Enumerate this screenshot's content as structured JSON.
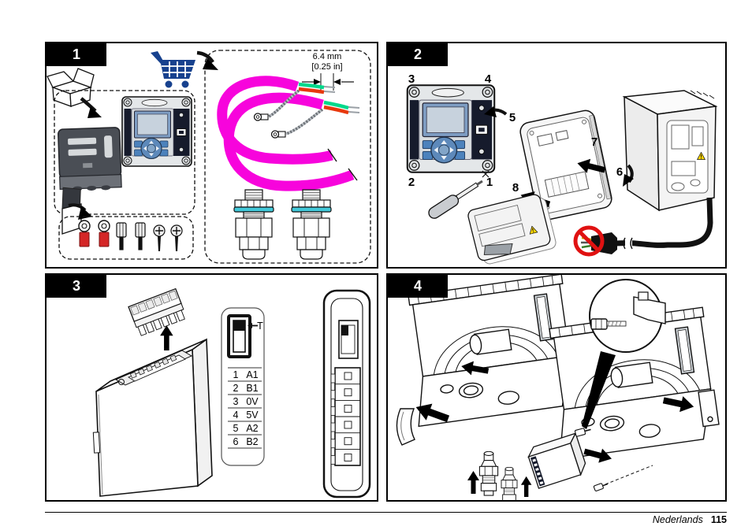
{
  "document": {
    "footer_language": "Nederlands",
    "footer_page": "115"
  },
  "panels": {
    "p1": "1",
    "p2": "2",
    "p3": "3",
    "p4": "4"
  },
  "panel1": {
    "dimension_metric": "6.4 mm",
    "dimension_imperial": "[0.25 in]"
  },
  "panel2": {
    "callouts": {
      "c1": "1",
      "c2": "2",
      "c3": "3",
      "c4": "4",
      "c5": "5",
      "c6": "6",
      "c7": "7",
      "c8": "8"
    }
  },
  "panel3": {
    "switch_label": "T",
    "terminal_table": [
      {
        "pin": "1",
        "signal": "A1"
      },
      {
        "pin": "2",
        "signal": "B1"
      },
      {
        "pin": "3",
        "signal": "0V"
      },
      {
        "pin": "4",
        "signal": "5V"
      },
      {
        "pin": "5",
        "signal": "A2"
      },
      {
        "pin": "6",
        "signal": "B2"
      }
    ]
  },
  "icons": {
    "cart": "shopping-cart-icon",
    "open_box": "open-box-icon",
    "open_flap": "open-flap-icon",
    "screwdriver": "screwdriver-icon",
    "prohibition": "no-power-plug-icon",
    "magnifier": "magnifier-detail-icon"
  },
  "colors": {
    "cable_magenta": "#f704dc",
    "wire_green": "#00d98b",
    "wire_red": "#e8380d",
    "cart_blue": "#17418e",
    "terminal_red": "#d42626",
    "gasket_cyan": "#41c8d8",
    "prohibition_red": "#e01111",
    "warning_yellow": "#ffd800",
    "controller_navy": "#161b2c",
    "controller_face": "#e4e7e9",
    "display_bezel": "#7e9dc3",
    "display_screen": "#c7d2dd",
    "button_blue": "#4c82bc"
  }
}
